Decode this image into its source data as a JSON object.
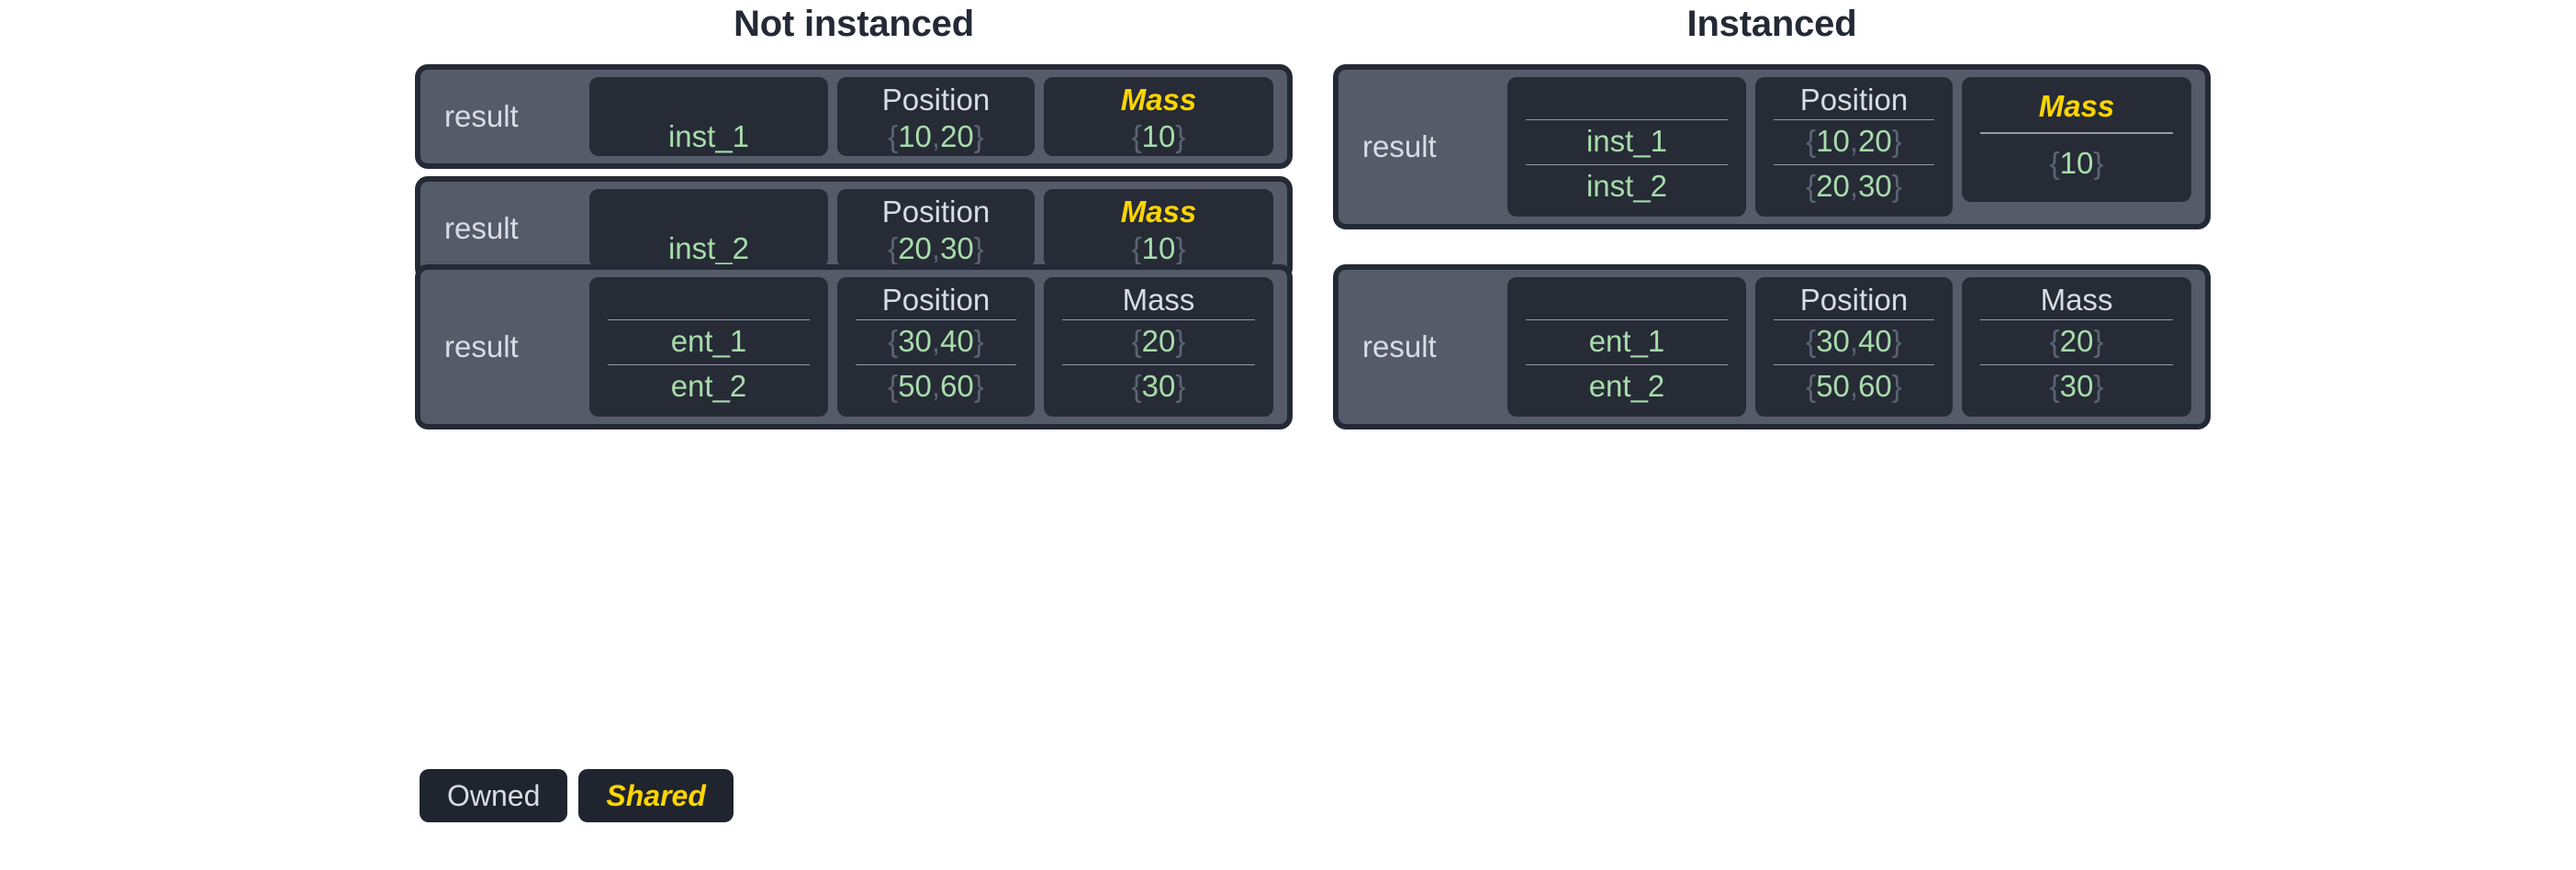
{
  "legend": {
    "owned_label": "Owned",
    "shared_label": "Shared"
  },
  "colors": {
    "page_background": "#ffffff",
    "card_border": "#242a35",
    "card_fill": "#555b69",
    "column_fill": "#262b36",
    "owned_text": "#d8dce4",
    "shared_text": "#ffd500",
    "value_text": "#a8dcab",
    "brace_text": "#5a6472",
    "rule": "#939bab",
    "title_text": "#242a35"
  },
  "panels": [
    {
      "title": "Not instanced",
      "cards": [
        {
          "label": "result",
          "columns": [
            {
              "header": "",
              "shared": false,
              "kind": "name",
              "span": 1,
              "cells": [
                {
                  "open": "",
                  "value": "inst_1",
                  "close": ""
                }
              ]
            },
            {
              "header": "Position",
              "shared": false,
              "kind": "position",
              "span": 1,
              "cells": [
                {
                  "open": "{",
                  "value": "10, 20",
                  "close": "}"
                }
              ]
            },
            {
              "header": "Mass",
              "shared": true,
              "kind": "mass",
              "span": 1,
              "cells": [
                {
                  "open": "{",
                  "value": "10",
                  "close": "}"
                }
              ]
            }
          ]
        },
        {
          "label": "result",
          "columns": [
            {
              "header": "",
              "shared": false,
              "kind": "name",
              "span": 1,
              "cells": [
                {
                  "open": "",
                  "value": "inst_2",
                  "close": ""
                }
              ]
            },
            {
              "header": "Position",
              "shared": false,
              "kind": "position",
              "span": 1,
              "cells": [
                {
                  "open": "{",
                  "value": "20, 30",
                  "close": "}"
                }
              ]
            },
            {
              "header": "Mass",
              "shared": true,
              "kind": "mass",
              "span": 1,
              "cells": [
                {
                  "open": "{",
                  "value": "10",
                  "close": "}"
                }
              ]
            }
          ]
        },
        {
          "label": "result",
          "columns": [
            {
              "header": "",
              "shared": false,
              "kind": "name",
              "span": 2,
              "cells": [
                {
                  "open": "",
                  "value": "ent_1",
                  "close": ""
                },
                {
                  "open": "",
                  "value": "ent_2",
                  "close": ""
                }
              ]
            },
            {
              "header": "Position",
              "shared": false,
              "kind": "position",
              "span": 2,
              "cells": [
                {
                  "open": "{",
                  "value": "30, 40",
                  "close": "}"
                },
                {
                  "open": "{",
                  "value": "50, 60",
                  "close": "}"
                }
              ]
            },
            {
              "header": "Mass",
              "shared": false,
              "kind": "mass",
              "span": 2,
              "cells": [
                {
                  "open": "{",
                  "value": "20",
                  "close": "}"
                },
                {
                  "open": "{",
                  "value": "30",
                  "close": "}"
                }
              ]
            }
          ]
        }
      ]
    },
    {
      "title": "Instanced",
      "cards": [
        {
          "label": "result",
          "columns": [
            {
              "header": "",
              "shared": false,
              "kind": "name",
              "span": 2,
              "cells": [
                {
                  "open": "",
                  "value": "inst_1",
                  "close": ""
                },
                {
                  "open": "",
                  "value": "inst_2",
                  "close": ""
                }
              ]
            },
            {
              "header": "Position",
              "shared": false,
              "kind": "position",
              "span": 2,
              "cells": [
                {
                  "open": "{",
                  "value": "10, 20",
                  "close": "}"
                },
                {
                  "open": "{",
                  "value": "20, 30",
                  "close": "}"
                }
              ]
            },
            {
              "header": "Mass",
              "shared": true,
              "kind": "mass",
              "span": 1,
              "cells": [
                {
                  "open": "{",
                  "value": "10",
                  "close": "}"
                }
              ]
            }
          ]
        },
        {
          "label": "result",
          "columns": [
            {
              "header": "",
              "shared": false,
              "kind": "name",
              "span": 2,
              "cells": [
                {
                  "open": "",
                  "value": "ent_1",
                  "close": ""
                },
                {
                  "open": "",
                  "value": "ent_2",
                  "close": ""
                }
              ]
            },
            {
              "header": "Position",
              "shared": false,
              "kind": "position",
              "span": 2,
              "cells": [
                {
                  "open": "{",
                  "value": "30, 40",
                  "close": "}"
                },
                {
                  "open": "{",
                  "value": "50, 60",
                  "close": "}"
                }
              ]
            },
            {
              "header": "Mass",
              "shared": false,
              "kind": "mass",
              "span": 2,
              "cells": [
                {
                  "open": "{",
                  "value": "20",
                  "close": "}"
                },
                {
                  "open": "{",
                  "value": "30",
                  "close": "}"
                }
              ]
            }
          ]
        }
      ]
    }
  ]
}
